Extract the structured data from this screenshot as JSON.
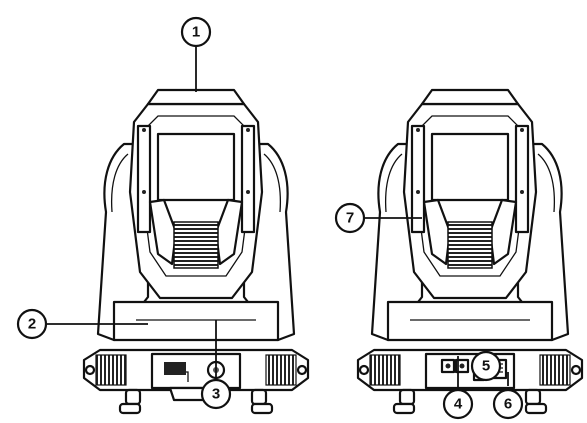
{
  "callouts": [
    {
      "id": "1",
      "label": "1"
    },
    {
      "id": "2",
      "label": "2"
    },
    {
      "id": "3",
      "label": "3"
    },
    {
      "id": "4",
      "label": "4"
    },
    {
      "id": "5",
      "label": "5"
    },
    {
      "id": "6",
      "label": "6"
    },
    {
      "id": "7",
      "label": "7"
    }
  ],
  "icons": {
    "fixture_front": "moving-head-front-view",
    "fixture_rear": "moving-head-rear-view"
  }
}
